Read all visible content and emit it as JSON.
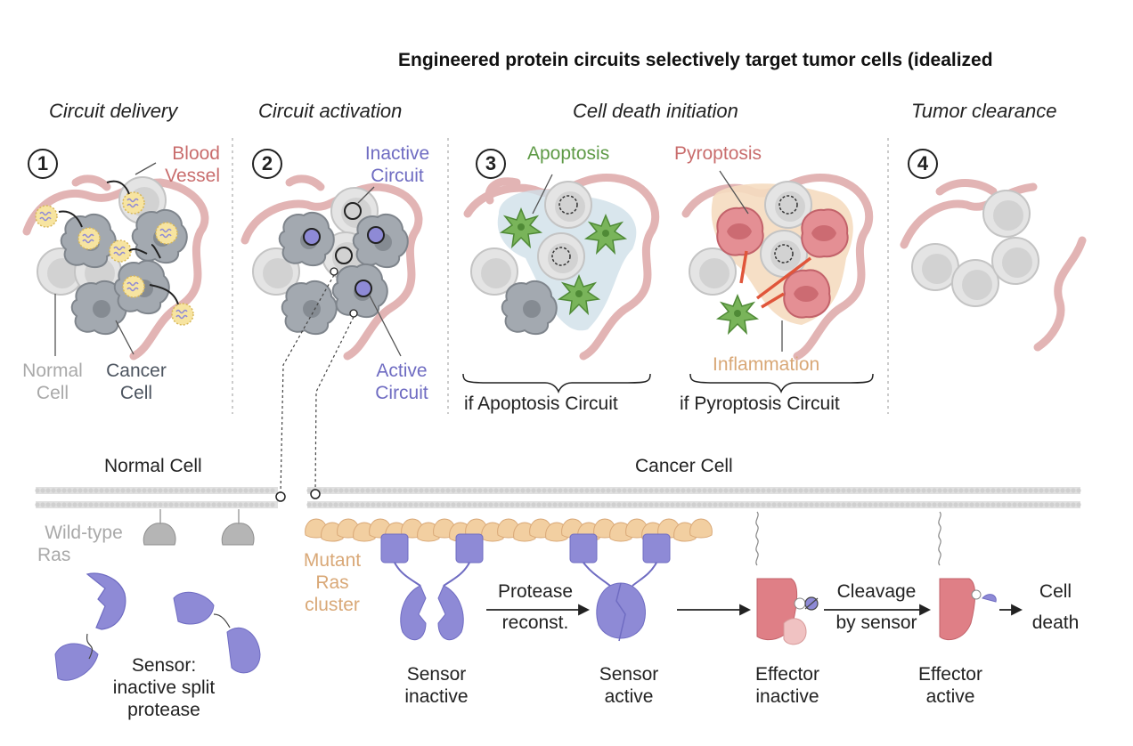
{
  "title": "Engineered protein circuits selectively target tumor cells (idealized",
  "phases": [
    "Circuit delivery",
    "Circuit activation",
    "Cell death initiation",
    "Tumor clearance"
  ],
  "steps": [
    "1",
    "2",
    "3",
    "4"
  ],
  "panel1": {
    "blood_vessel": [
      "Blood",
      "Vessel"
    ],
    "normal_cell": [
      "Normal",
      "Cell"
    ],
    "cancer_cell": [
      "Cancer",
      "Cell"
    ]
  },
  "panel2": {
    "inactive_circuit": [
      "Inactive",
      "Circuit"
    ],
    "active_circuit": [
      "Active",
      "Circuit"
    ]
  },
  "panel3": {
    "apoptosis": "Apoptosis",
    "pyroptosis": "Pyroptosis",
    "inflammation": "Inflammation",
    "if_apoptosis": "if Apoptosis Circuit",
    "if_pyroptosis": "if Pyroptosis Circuit"
  },
  "bottom": {
    "normal_cell": "Normal Cell",
    "cancer_cell": "Cancer Cell",
    "wildtype_ras": [
      "Wild-type",
      "Ras"
    ],
    "mutant_ras": [
      "Mutant",
      "Ras",
      "cluster"
    ],
    "sensor": [
      "Sensor:",
      "inactive split",
      "protease"
    ],
    "protease_reconst": [
      "Protease",
      "reconst."
    ],
    "cleavage": [
      "Cleavage",
      "by sensor"
    ],
    "cell_death": [
      "Cell",
      "death"
    ],
    "sensor_inactive": [
      "Sensor",
      "inactive"
    ],
    "sensor_active": [
      "Sensor",
      "active"
    ],
    "effector_inactive": [
      "Effector",
      "inactive"
    ],
    "effector_active": [
      "Effector",
      "active"
    ]
  },
  "colors": {
    "vessel": "#e2b4b4",
    "normal_cell": "#dcdcdc",
    "cancer_cell": "#9da4ab",
    "circuit": "#8e8ad6",
    "apoptosis": "#79b45a",
    "pyroptosis": "#df7f86",
    "inflammation": "#f5dcc0",
    "membrane": "#d7d7d7",
    "mutant_ras": "#f2cfa1"
  }
}
